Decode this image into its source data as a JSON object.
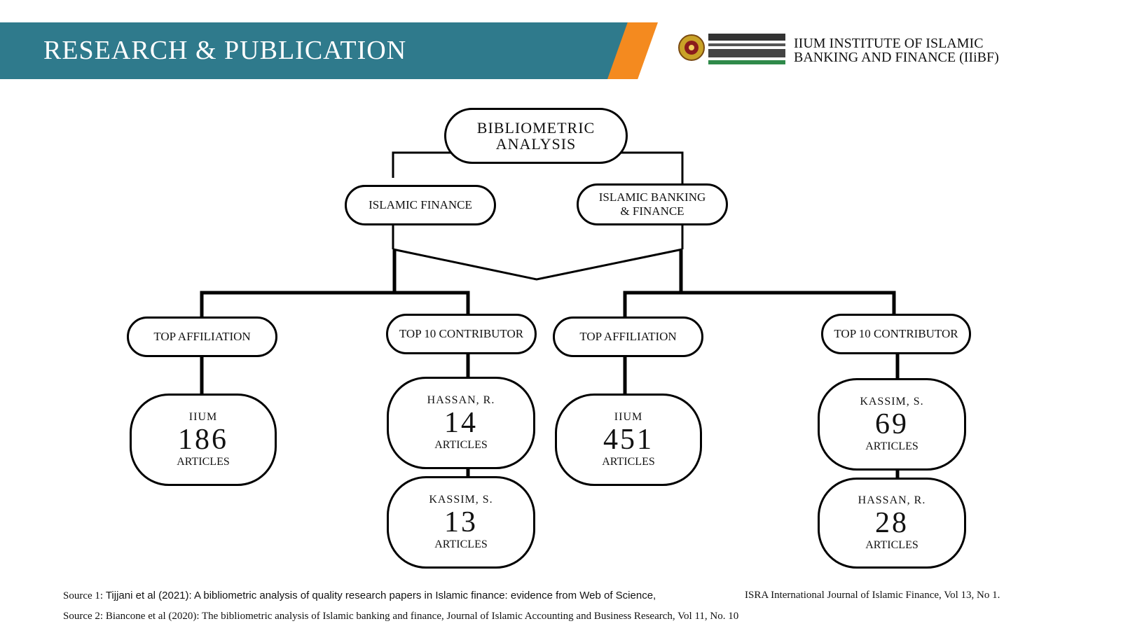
{
  "header": {
    "title": "RESEARCH & PUBLICATION",
    "institute_line1": "IIUM INSTITUTE OF ISLAMIC",
    "institute_line2": "BANKING AND FINANCE (IIiBF)",
    "colors": {
      "banner": "#2f7a8c",
      "accent": "#f48a1f"
    },
    "logo_icon": "iium-logo-icon"
  },
  "diagram": {
    "root": {
      "line1": "BIBLIOMETRIC",
      "line2": "ANALYSIS"
    },
    "left_branch": {
      "label": "ISLAMIC FINANCE",
      "affiliation": {
        "label": "TOP AFFILIATION",
        "name": "IIUM",
        "count": "186",
        "unit": "ARTICLES"
      },
      "contributors": {
        "label": "TOP 10 CONTRIBUTOR",
        "items": [
          {
            "name": "HASSAN, R.",
            "count": "14",
            "unit": "ARTICLES"
          },
          {
            "name": "KASSIM, S.",
            "count": "13",
            "unit": "ARTICLES"
          }
        ]
      }
    },
    "right_branch": {
      "label_line1": "ISLAMIC BANKING",
      "label_line2": "& FINANCE",
      "affiliation": {
        "label": "TOP AFFILIATION",
        "name": "IIUM",
        "count": "451",
        "unit": "ARTICLES"
      },
      "contributors": {
        "label": "TOP 10 CONTRIBUTOR",
        "items": [
          {
            "name": "KASSIM, S.",
            "count": "69",
            "unit": "ARTICLES"
          },
          {
            "name": "HASSAN, R.",
            "count": "28",
            "unit": "ARTICLES"
          }
        ]
      }
    }
  },
  "sources": {
    "s1_prefix": "Source 1: ",
    "s1_main": "Tijjani et al (2021): A bibliometric analysis of quality research papers in Islamic finance: evidence from Web of Science,",
    "s1_journal": "ISRA International Journal of Islamic Finance, Vol 13, No 1.",
    "s2": "Source 2: Biancone et al (2020): The bibliometric analysis of Islamic banking and finance, Journal of Islamic Accounting and Business Research, Vol 11, No. 10"
  }
}
